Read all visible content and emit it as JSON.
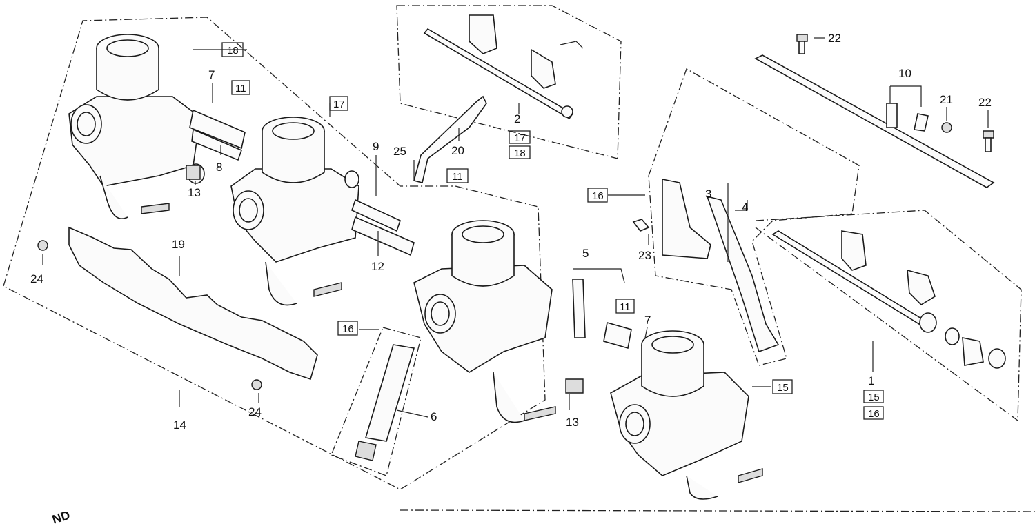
{
  "callouts": {
    "c1": "1",
    "c2": "2",
    "c3": "3",
    "c4": "4",
    "c5": "5",
    "c6": "6",
    "c7a": "7",
    "c7b": "7",
    "c8": "8",
    "c9": "9",
    "c10": "10",
    "c12": "12",
    "c13a": "13",
    "c13b": "13",
    "c14": "14",
    "c19": "19",
    "c20": "20",
    "c21": "21",
    "c22a": "22",
    "c22b": "22",
    "c23": "23",
    "c24a": "24",
    "c24b": "24",
    "c25": "25"
  },
  "boxed_refs": {
    "b18a": "18",
    "b11a": "11",
    "b17a": "17",
    "b17b": "17",
    "b18b": "18",
    "b11b": "11",
    "b16a": "16",
    "b16b": "16",
    "b11c": "11",
    "b15a": "15",
    "b15b": "15",
    "b16c": "16"
  },
  "corner_text": "ND",
  "icons": [
    "carburetor-icon"
  ]
}
